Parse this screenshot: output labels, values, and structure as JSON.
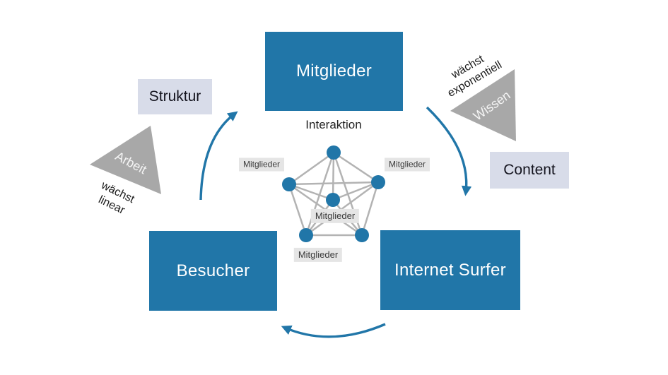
{
  "colors": {
    "accent_blue": "#2176A8",
    "triangle_gray": "#A8A8A8",
    "tag_background": "#D8DCE9",
    "node_label_background": "#E5E5E5",
    "network_edge_gray": "#B3B3B3"
  },
  "stages": {
    "mitglieder": "Mitglieder",
    "besucher": "Besucher",
    "internet_surfer": "Internet Surfer"
  },
  "tags": {
    "struktur": "Struktur",
    "content": "Content"
  },
  "growth": {
    "arbeit_label": "Arbeit",
    "wissen_label": "Wissen",
    "linear_note": "wächst\nlinear",
    "exponential_note": "wächst\nexponentiell"
  },
  "network": {
    "title": "Interaktion",
    "node_labels": {
      "left": "Mitglieder",
      "right": "Mitglieder",
      "center": "Mitglieder",
      "bottom": "Mitglieder"
    }
  }
}
